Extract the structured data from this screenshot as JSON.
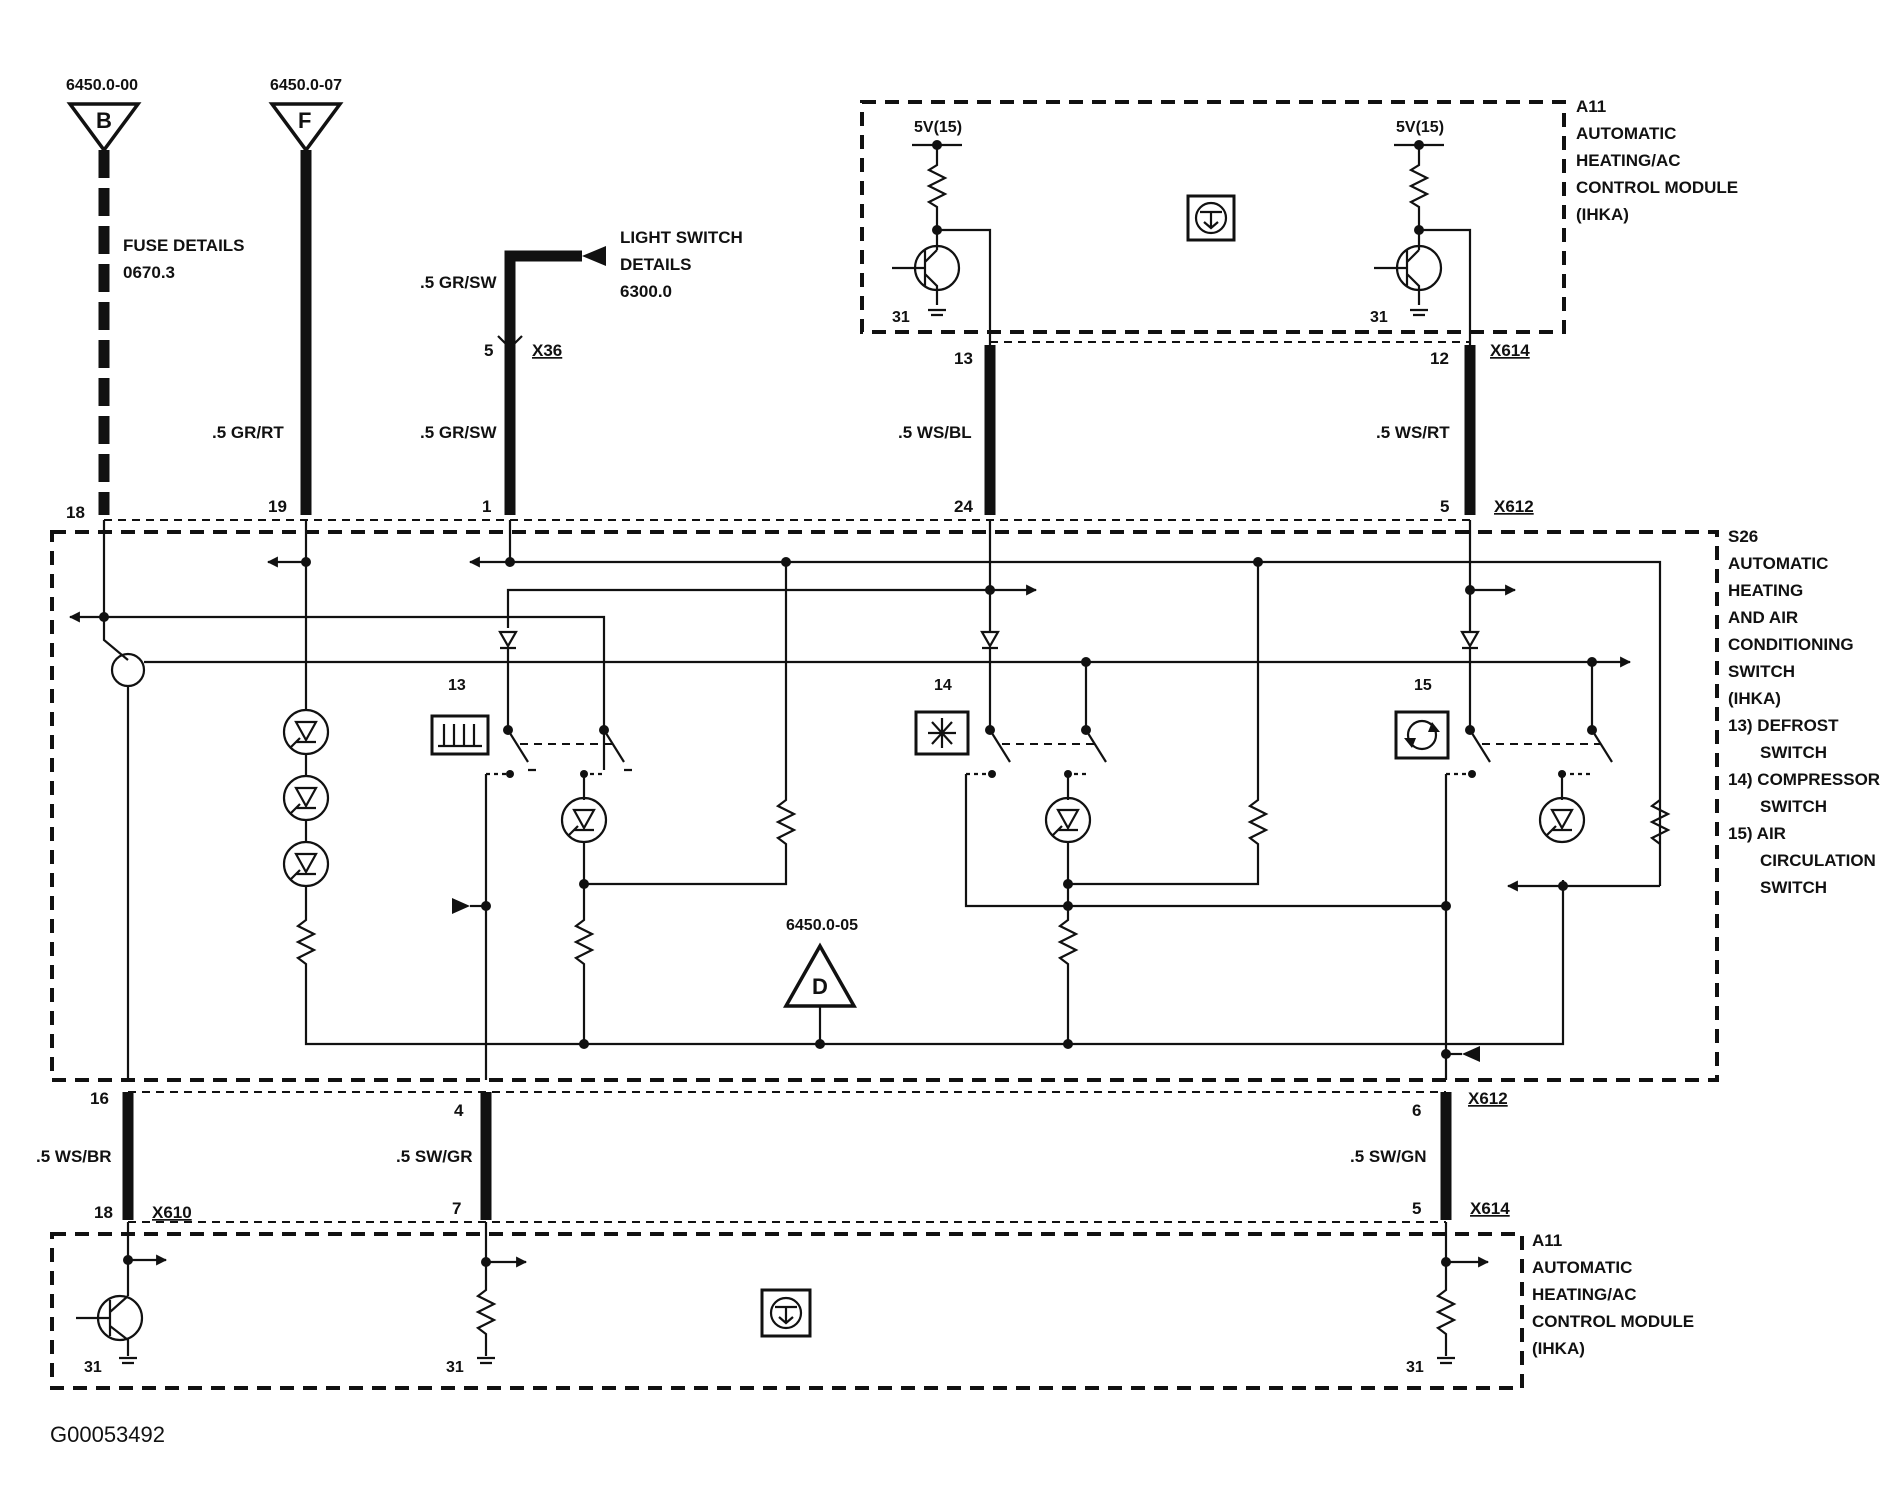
{
  "refs": {
    "ref_b": "6450.0-00",
    "ref_f": "6450.0-07",
    "ref_d": "6450.0-05",
    "letter_b": "B",
    "letter_f": "F",
    "letter_d": "D"
  },
  "notes": {
    "fuse_line1": "FUSE DETAILS",
    "fuse_line2": "0670.3",
    "light_line1": "LIGHT SWITCH",
    "light_line2": "DETAILS",
    "light_line3": "6300.0"
  },
  "modules": {
    "top": {
      "id": "A11",
      "lines": [
        "AUTOMATIC",
        "HEATING/AC",
        "CONTROL MODULE",
        "(IHKA)"
      ],
      "supply_left": "5V(15)",
      "supply_right": "5V(15)",
      "ground_left": "31",
      "ground_right": "31"
    },
    "switch": {
      "id": "S26",
      "lines": [
        "AUTOMATIC",
        "HEATING",
        "AND AIR",
        "CONDITIONING",
        "SWITCH",
        "(IHKA)",
        "13) DEFROST",
        "SWITCH",
        "14) COMPRESSOR",
        "SWITCH",
        "15) AIR",
        "CIRCULATION",
        "SWITCH"
      ],
      "sub13": "13",
      "sub14": "14",
      "sub15": "15"
    },
    "bottom": {
      "id": "A11",
      "lines": [
        "AUTOMATIC",
        "HEATING/AC",
        "CONTROL MODULE",
        "(IHKA)"
      ],
      "ground_1": "31",
      "ground_2": "31",
      "ground_3": "31"
    }
  },
  "wires": {
    "w_gr_rt": ".5 GR/RT",
    "w_gr_sw_top": ".5 GR/SW",
    "w_gr_sw": ".5 GR/SW",
    "w_ws_bl": ".5 WS/BL",
    "w_ws_rt": ".5 WS/RT",
    "w_ws_br": ".5 WS/BR",
    "w_sw_gr": ".5 SW/GR",
    "w_sw_gn": ".5 SW/GN"
  },
  "pins": {
    "p18_top": "18",
    "p19": "19",
    "p1": "1",
    "p24": "24",
    "p5_x612": "5",
    "p5_x36": "5",
    "p13_x614": "13",
    "p12_x614": "12",
    "p16": "16",
    "p4": "4",
    "p6": "6",
    "p18_bot": "18",
    "p7": "7",
    "p5_x614": "5"
  },
  "connectors": {
    "x36": "X36",
    "x614_top": "X614",
    "x612_top": "X612",
    "x612_bot": "X612",
    "x610": "X610",
    "x614_bot": "X614"
  },
  "figure_id": "G00053492"
}
